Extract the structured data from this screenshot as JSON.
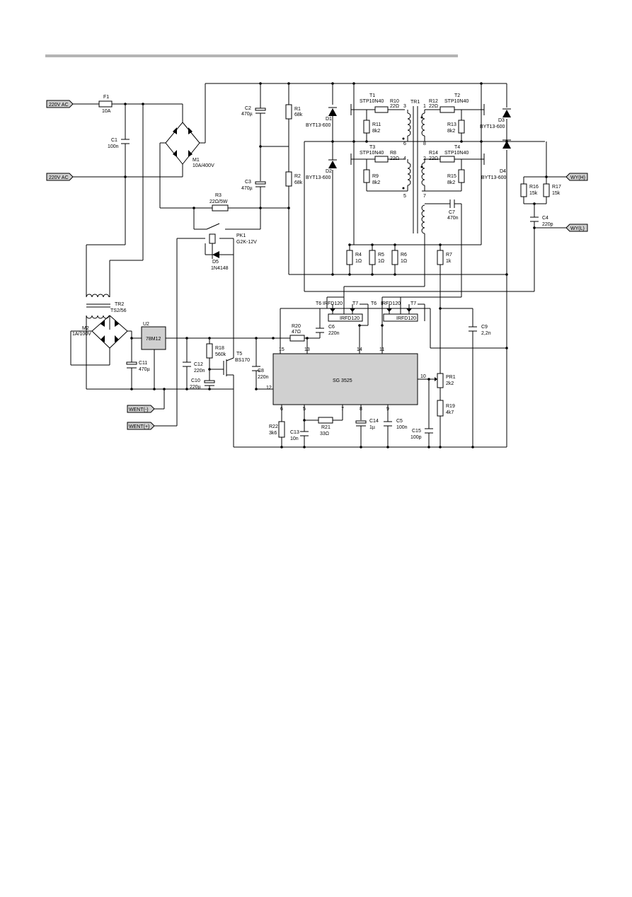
{
  "header_rule_color": "#b4b4b4",
  "ports": {
    "ac_top": "220V AC",
    "ac_bottom": "220V AC",
    "wy_h": "WY(H)",
    "wy_l": "WY(L)",
    "went_minus": "WENT(-)",
    "went_plus": "WENT(+)"
  },
  "labels": {
    "F1": [
      "F1",
      "10A"
    ],
    "C1": [
      "C1",
      "100n"
    ],
    "M1": [
      "M1",
      "10A/400V"
    ],
    "C2": [
      "C2",
      "470µ"
    ],
    "C3": [
      "C3",
      "470µ"
    ],
    "R1": [
      "R1",
      "68k"
    ],
    "R2": [
      "R2",
      "68k"
    ],
    "R3": [
      "R3",
      "22Ω/5W"
    ],
    "PK1": [
      "PK1",
      "G2K-12V"
    ],
    "D5": [
      "D5",
      "1N4148"
    ],
    "D1": [
      "D1",
      "BYT13-600"
    ],
    "D2": [
      "D2",
      "BYT13-600"
    ],
    "D3": [
      "D3",
      "BYT13-600"
    ],
    "D4": [
      "D4",
      "BYT13-600"
    ],
    "T1": [
      "T1",
      "STP10N40"
    ],
    "T2": [
      "T2",
      "STP10N40"
    ],
    "T3": [
      "T3",
      "STP10N40"
    ],
    "T4": [
      "T4",
      "STP10N40"
    ],
    "R10": [
      "R10",
      "22Ω"
    ],
    "R8": [
      "R8",
      "22Ω"
    ],
    "R12": [
      "R12",
      "22Ω"
    ],
    "R14": [
      "R14",
      "22Ω"
    ],
    "R11": [
      "R11",
      "8k2"
    ],
    "R9": [
      "R9",
      "8k2"
    ],
    "R13": [
      "R13",
      "8k2"
    ],
    "R15": [
      "R15",
      "8k2"
    ],
    "TR1": "TR1",
    "C7": [
      "C7",
      "470n"
    ],
    "R16": [
      "R16",
      "15k"
    ],
    "R17": [
      "R17",
      "15k"
    ],
    "C4": [
      "C4",
      "220p"
    ],
    "R4": [
      "R4",
      "1Ω"
    ],
    "R5": [
      "R5",
      "1Ω"
    ],
    "R6": [
      "R6",
      "1Ω"
    ],
    "R7": [
      "R7",
      "1k"
    ],
    "TR2": [
      "TR2",
      "TS2/56"
    ],
    "M2": [
      "M2",
      "1A/100V"
    ],
    "U2": [
      "U2",
      "78M12"
    ],
    "C11": [
      "C11",
      "470µ"
    ],
    "C12": [
      "C12",
      "220n"
    ],
    "C10": [
      "C10",
      "220µ"
    ],
    "R18": [
      "R18",
      "560k"
    ],
    "T5": [
      "T5",
      "BS170"
    ],
    "C8": [
      "C8",
      "220n"
    ],
    "R20": [
      "R20",
      "47Ω"
    ],
    "C6": [
      "C6",
      "220n"
    ],
    "T6a": [
      "T6",
      "IRFD120"
    ],
    "T7a": [
      "T7",
      "IRFD120"
    ],
    "T6b": [
      "T6",
      "IRFD120"
    ],
    "T7b": [
      "T7",
      "IRFD120"
    ],
    "C9": [
      "C9",
      "2,2n"
    ],
    "IC": "SG 3525",
    "PR1": [
      "PR1",
      "2k2"
    ],
    "R19": [
      "R19",
      "4k7"
    ],
    "R22": [
      "R22",
      "3k6"
    ],
    "C13": [
      "C13",
      "10n"
    ],
    "R21": [
      "R21",
      "33Ω"
    ],
    "C14": [
      "C14",
      "1µ"
    ],
    "C5": [
      "C5",
      "100n"
    ],
    "C15": [
      "C15",
      "100p"
    ]
  },
  "pins": {
    "p15": "15",
    "p13": "13",
    "p14": "14",
    "p11": "11",
    "p12": "12",
    "p10": "10",
    "p6": "6",
    "p5": "5",
    "p7": "7",
    "p8": "8",
    "p9": "9",
    "tr1_3": "3",
    "tr1_6": "6",
    "tr1_4": "4",
    "tr1_5": "5",
    "tr1_1": "1",
    "tr1_8": "8",
    "tr1_2": "2",
    "tr1_7": "7"
  }
}
